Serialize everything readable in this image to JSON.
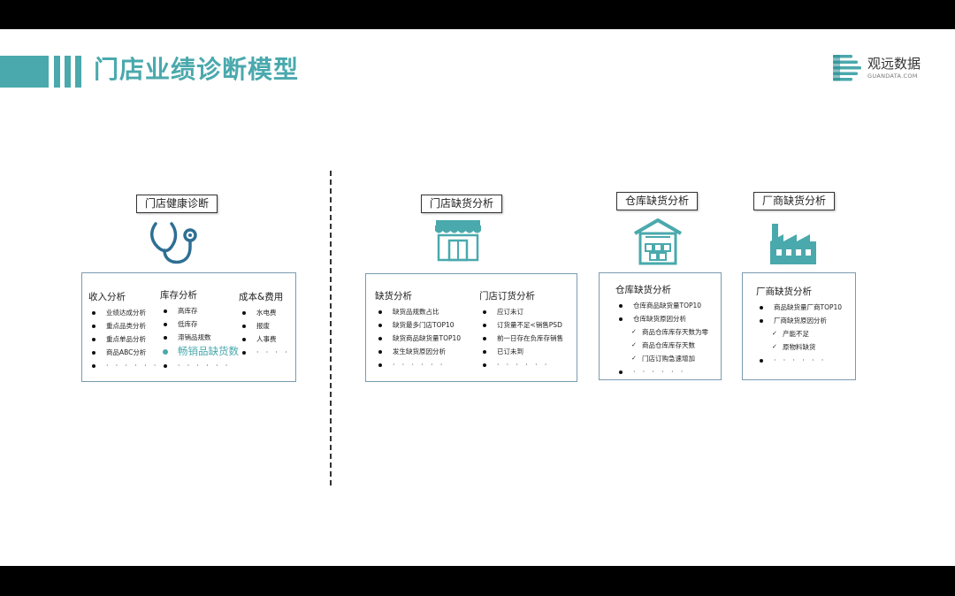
{
  "title": "门店业绩诊断模型",
  "logo": {
    "name": "观远数据",
    "sub": "GUANDATA.COM"
  },
  "colors": {
    "accent": "#4aa9ad",
    "border": "#7a9bb0",
    "text": "#222222"
  },
  "sections": {
    "health": {
      "title": "门店健康诊断",
      "icon": "stethoscope-icon",
      "columns": [
        {
          "header": "收入分析",
          "items": [
            "业绩达成分析",
            "重点品类分析",
            "重点单品分析",
            "商品ABC分析",
            "· · · · · ·"
          ]
        },
        {
          "header": "库存分析",
          "items": [
            "高库存",
            "低库存",
            "滞销品规数",
            "畅销品缺货数",
            "· · · · · ·"
          ],
          "highlight": 3
        },
        {
          "header": "成本&费用",
          "items": [
            "水电费",
            "报废",
            "人事费",
            "· · · ·"
          ]
        }
      ]
    },
    "store_stockout": {
      "title": "门店缺货分析",
      "icon": "storefront-icon",
      "columns": [
        {
          "header": "缺货分析",
          "items": [
            "缺货品规数占比",
            "缺货最多门店TOP10",
            "缺货商品缺货量TOP10",
            "发生缺货原因分析",
            "· · · · · ·"
          ]
        },
        {
          "header": "门店订货分析",
          "items": [
            "应订未订",
            "订货量不足<销售PSD",
            "前一日存在负库存销售",
            "已订未到",
            "· · · · · ·"
          ]
        }
      ]
    },
    "warehouse": {
      "title": "仓库缺货分析",
      "icon": "warehouse-icon",
      "header": "仓库缺货分析",
      "items": [
        "仓库商品缺货量TOP10",
        "仓库缺货原因分析"
      ],
      "checks": [
        "商品仓库库存天数为零",
        "商品仓库库存天数",
        "门店订购急速增加"
      ],
      "more": "· · · · · ·"
    },
    "vendor": {
      "title": "厂商缺货分析",
      "icon": "factory-icon",
      "header": "厂商缺货分析",
      "items": [
        "商品缺货量厂商TOP10",
        "厂商缺货原因分析"
      ],
      "checks": [
        "产能不足",
        "原物料缺货"
      ],
      "more": "· · · · · ·"
    }
  }
}
